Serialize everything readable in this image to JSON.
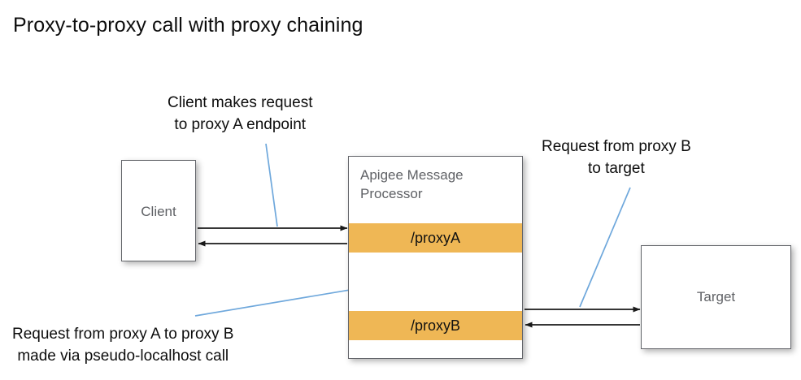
{
  "title": "Proxy-to-proxy call with proxy chaining",
  "nodes": {
    "client": {
      "label": "Client"
    },
    "target": {
      "label": "Target"
    },
    "message_processor": {
      "title": "Apigee Message\nProcessor",
      "title_line1": "Apigee Message",
      "title_line2": "Processor",
      "proxy_a": "/proxyA",
      "proxy_b": "/proxyB"
    }
  },
  "annotations": {
    "client_request": {
      "line1": "Client makes request",
      "line2": "to proxy A endpoint"
    },
    "target_request": {
      "line1": "Request from proxy B",
      "line2": "to target"
    },
    "chaining": {
      "line1": "Request from proxy A to proxy B",
      "line2": "made via pseudo-localhost call"
    }
  },
  "colors": {
    "proxy_band": "#EFB755",
    "node_border": "#63656A",
    "node_label": "#5F6165",
    "arrow": "#1A1A1A",
    "leader_line": "#6FA8DC",
    "title_text": "#0D0D0D",
    "background": "#FFFFFF"
  },
  "flows": [
    {
      "name": "client-to-proxya",
      "from": "Client",
      "to": "/proxyA",
      "direction": "right"
    },
    {
      "name": "proxya-to-client",
      "from": "/proxyA",
      "to": "Client",
      "direction": "left"
    },
    {
      "name": "proxya-to-proxyb",
      "from": "/proxyA",
      "to": "/proxyB",
      "direction": "down"
    },
    {
      "name": "proxyb-to-proxya",
      "from": "/proxyB",
      "to": "/proxyA",
      "direction": "up"
    },
    {
      "name": "proxyb-to-target",
      "from": "/proxyB",
      "to": "Target",
      "direction": "right"
    },
    {
      "name": "target-to-proxyb",
      "from": "Target",
      "to": "/proxyB",
      "direction": "left"
    }
  ]
}
